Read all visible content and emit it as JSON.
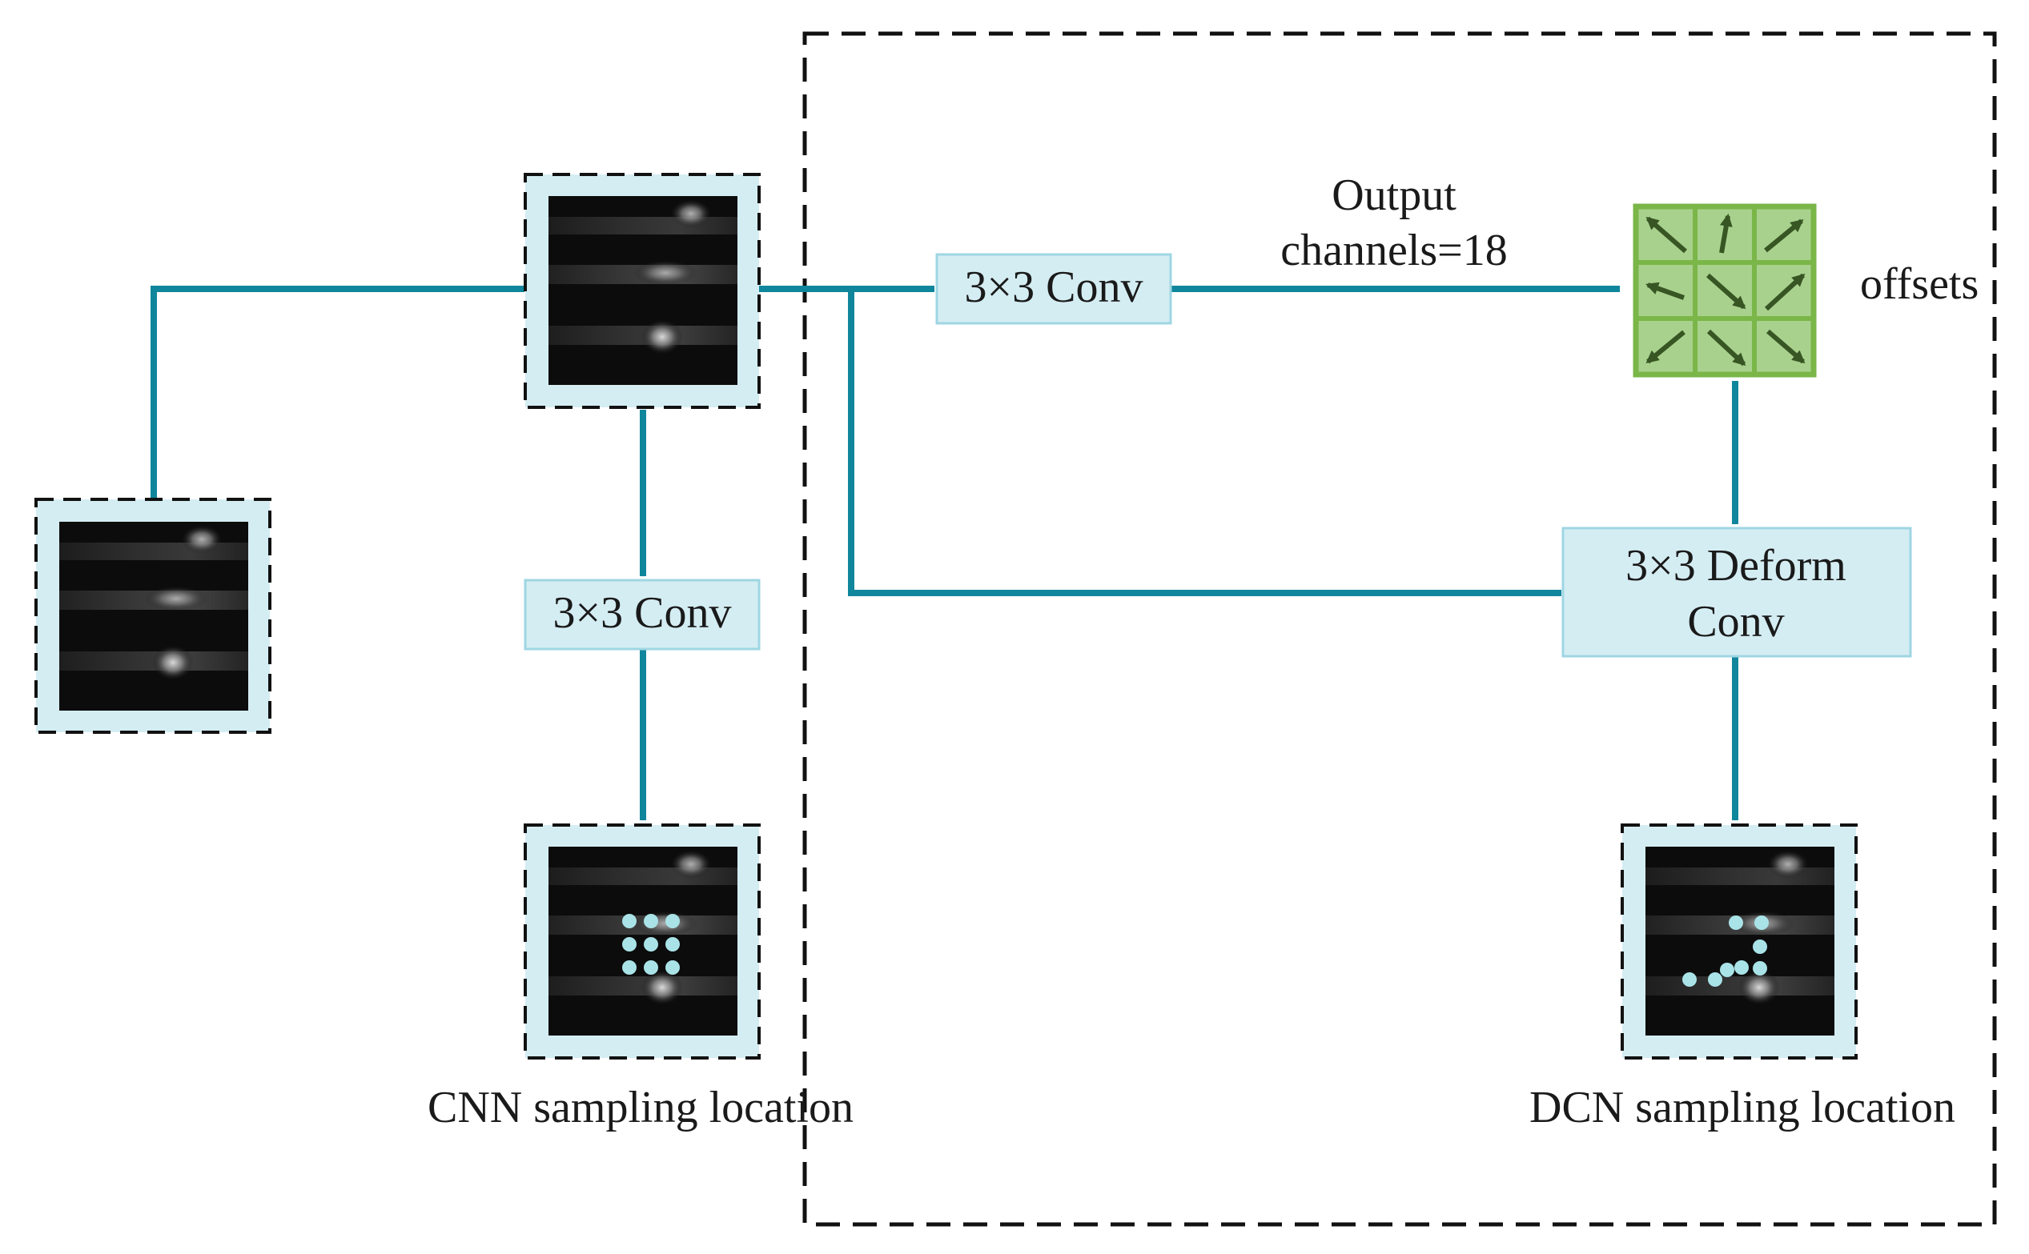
{
  "labels": {
    "conv_top": "3×3 Conv",
    "conv_left": "3×3 Conv",
    "output_line1": "Output",
    "output_line2": "channels=18",
    "offsets": "offsets",
    "deform_line1": "3×3 Deform",
    "deform_line2": "Conv",
    "cnn_caption": "CNN sampling location",
    "dcn_caption": "DCN sampling location"
  },
  "offset_arrow_directions": [
    "up-left",
    "up",
    "up-right",
    "left",
    "down-right",
    "up-right",
    "down-left",
    "down-right",
    "down-right"
  ],
  "colors": {
    "arrow": "#0f869b",
    "box_fill": "#d4edf3",
    "box_border": "#9fd6e3",
    "feature_frame": "#d4edf3",
    "offset_grid": "#a9d18e",
    "offset_border": "#7ab648",
    "offset_arrow": "#375623",
    "dot": "#a9e3e8"
  }
}
